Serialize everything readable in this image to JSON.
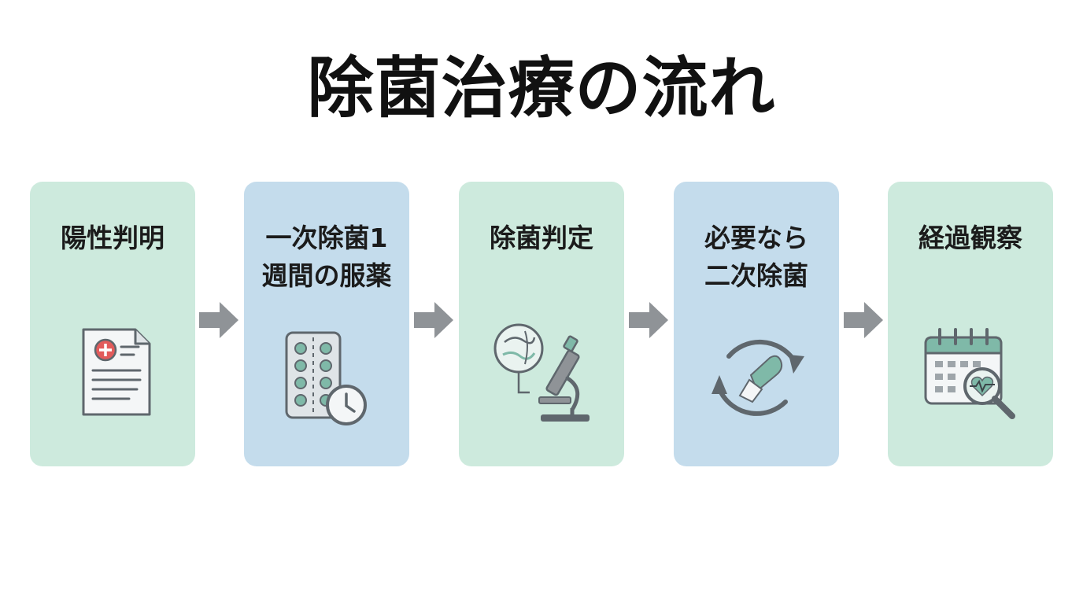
{
  "title": "除菌治療の流れ",
  "colors": {
    "green_card": "#cdeadd",
    "blue_card": "#c4dcec",
    "arrow": "#8f9397",
    "icon_stroke": "#5f676d",
    "icon_accent": "#7fb9a8",
    "icon_red": "#e25b5b"
  },
  "steps": [
    {
      "label": "陽性判明",
      "icon": "medical-document-icon",
      "color": "green"
    },
    {
      "label": "一次除菌1\n週間の服薬",
      "icon": "pill-pack-clock-icon",
      "color": "blue"
    },
    {
      "label": "除菌判定",
      "icon": "microscope-icon",
      "color": "green"
    },
    {
      "label": "必要なら\n二次除菌",
      "icon": "repeat-cycle-icon",
      "color": "blue"
    },
    {
      "label": "経過観察",
      "icon": "calendar-magnifier-icon",
      "color": "green"
    }
  ]
}
